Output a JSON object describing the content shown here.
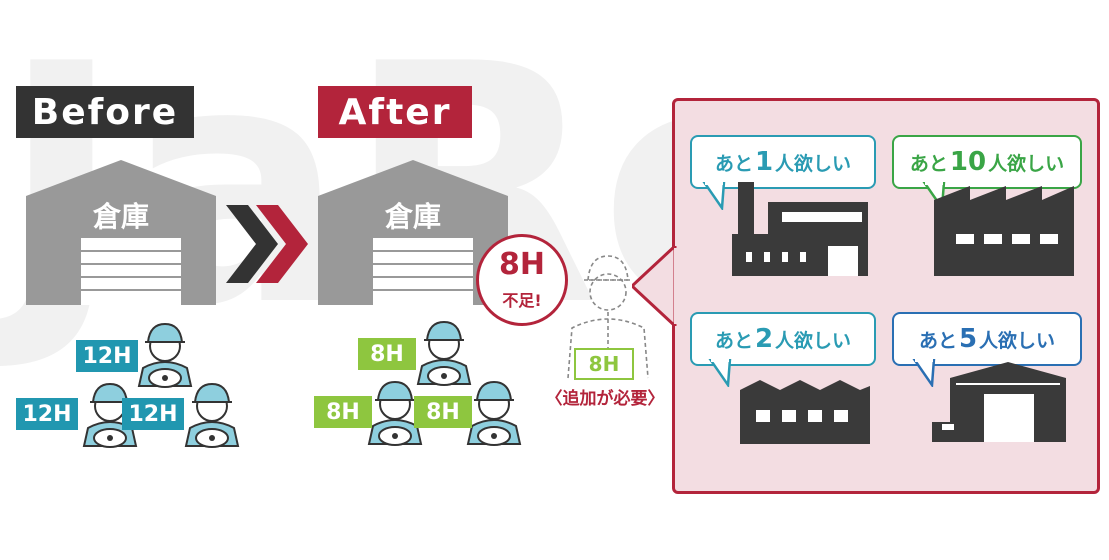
{
  "watermark": "JaRoc",
  "before": {
    "tag": "Before",
    "warehouse": "倉庫",
    "hours": [
      "12H",
      "12H",
      "12H"
    ]
  },
  "after": {
    "tag": "After",
    "warehouse": "倉庫",
    "hours": [
      "8H",
      "8H",
      "8H"
    ]
  },
  "shortage": {
    "hours": "8H",
    "label": "不足!",
    "worker_hours": "8H",
    "note": "〈追加が必要〉"
  },
  "bubbles": [
    {
      "prefix": "あと",
      "num": "1",
      "suffix": "人欲しい",
      "color": "#2a9bb3"
    },
    {
      "prefix": "あと",
      "num": "10",
      "suffix": "人欲しい",
      "color": "#3aa546"
    },
    {
      "prefix": "あと",
      "num": "2",
      "suffix": "人欲しい",
      "color": "#2a9bb3"
    },
    {
      "prefix": "あと",
      "num": "5",
      "suffix": "人欲しい",
      "color": "#2a6fb3"
    }
  ],
  "colors": {
    "before_tag": "#333333",
    "after_tag": "#b3243b",
    "teal": "#2197b0",
    "green": "#8ec63f",
    "panel_border": "#b3243b",
    "panel_bg": "#f3dde2",
    "building": "#3a3a3a",
    "warehouse": "#999999"
  }
}
